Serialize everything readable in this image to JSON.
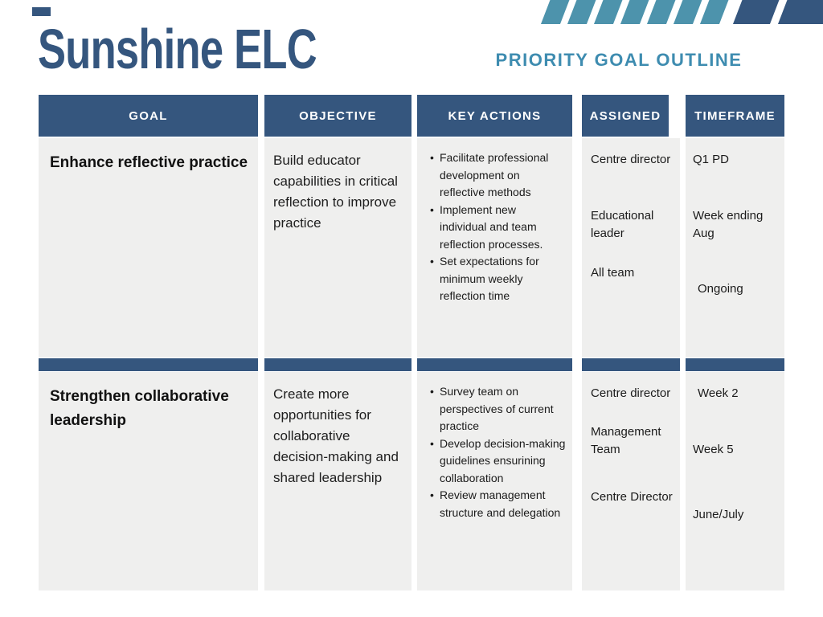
{
  "page": {
    "title": "Sunshine ELC",
    "subtitle": "PRIORITY GOAL OUTLINE"
  },
  "colors": {
    "navy": "#35567E",
    "teal_stripe": "#4D93AC",
    "subtitle_teal": "#3E8CB0",
    "cell_gray": "#EFEFEE",
    "text_dark": "#1B1B1B",
    "white": "#FFFFFF"
  },
  "decor": {
    "corner_stripes": [
      "teal",
      "teal",
      "teal",
      "teal",
      "teal",
      "teal",
      "teal",
      "navy",
      "navy"
    ]
  },
  "table": {
    "columns": [
      "GOAL",
      "OBJECTIVE",
      "KEY ACTIONS",
      "ASSIGNED",
      "TIMEFRAME"
    ],
    "rows": [
      {
        "goal": "Enhance reflective practice",
        "objective": "Build educator capabilities in critical reflection to improve practice",
        "key_actions": [
          "Facilitate professional development on reflective methods",
          "Implement new individual and team reflection processes.",
          "Set expectations for minimum weekly reflection time"
        ],
        "assigned": [
          "Centre director",
          "Educational leader",
          "All team"
        ],
        "timeframe": [
          "Q1 PD",
          "Week ending Aug",
          "Ongoing"
        ]
      },
      {
        "goal": "Strengthen collaborative leadership",
        "objective": "Create more opportunities for collaborative decision-making and shared leadership",
        "key_actions": [
          "Survey team on perspectives of current practice",
          "Develop decision-making guidelines ensurining collaboration",
          "Review management structure and delegation"
        ],
        "assigned": [
          "Centre director",
          "Management Team",
          "Centre Director"
        ],
        "timeframe": [
          "Week 2",
          "Week 5",
          "June/July"
        ]
      }
    ]
  }
}
